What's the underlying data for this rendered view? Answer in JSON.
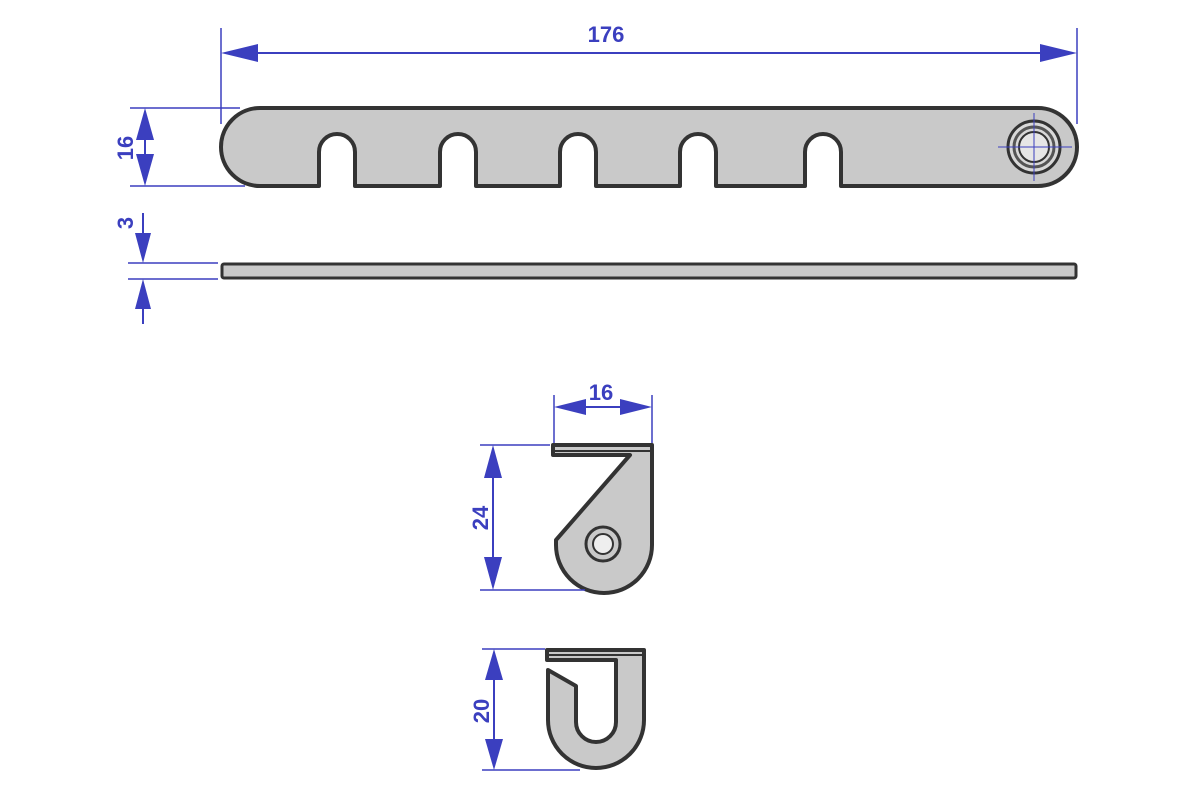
{
  "dimensions": {
    "total_length": "176",
    "bar_width": "16",
    "bar_thickness": "3",
    "hook_width": "16",
    "hook_height": "24",
    "clip_height": "20"
  },
  "colors": {
    "part_fill": "#c9c9c9",
    "part_outline": "#333333",
    "dimension": "#3b3fbf",
    "background": "#ffffff"
  }
}
